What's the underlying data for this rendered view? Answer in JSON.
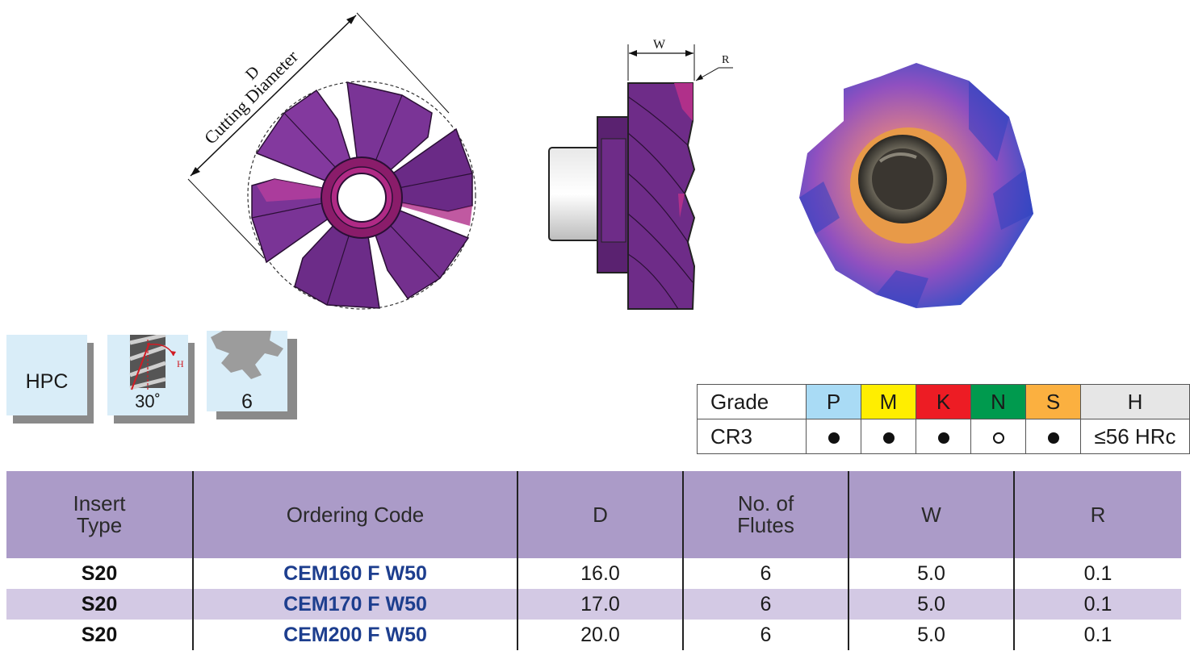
{
  "drawing": {
    "d_label": "D",
    "d_caption": "Cutting Diameter",
    "w_label": "W",
    "r_label": "R"
  },
  "features": {
    "hpc_label": "HPC",
    "helix_angle": "30˚",
    "helix_marker": "H",
    "flutes": "6"
  },
  "grade_table": {
    "header_label": "Grade",
    "columns": [
      {
        "name": "P",
        "color": "#a9dbf5"
      },
      {
        "name": "M",
        "color": "#ffee00"
      },
      {
        "name": "K",
        "color": "#ed1c24"
      },
      {
        "name": "N",
        "color": "#009a4e"
      },
      {
        "name": "S",
        "color": "#fbb040"
      },
      {
        "name": "H",
        "color": "#e6e6e6"
      }
    ],
    "row_label": "CR3",
    "row_values": [
      "filled",
      "filled",
      "filled",
      "open",
      "filled"
    ],
    "h_value": "≤56 HRc"
  },
  "product_table": {
    "headers": [
      [
        "Insert",
        "Type"
      ],
      [
        "Ordering Code"
      ],
      [
        "D"
      ],
      [
        "No. of",
        "Flutes"
      ],
      [
        "W"
      ],
      [
        "R"
      ]
    ],
    "rows": [
      [
        "S20",
        "CEM160 F W50",
        "16.0",
        "6",
        "5.0",
        "0.1"
      ],
      [
        "S20",
        "CEM170 F W50",
        "17.0",
        "6",
        "5.0",
        "0.1"
      ],
      [
        "S20",
        "CEM200 F W50",
        "20.0",
        "6",
        "5.0",
        "0.1"
      ]
    ],
    "header_color": "#ab9bc8",
    "alt_row_color": "#d3c9e4",
    "code_color": "#1d3e8e"
  }
}
